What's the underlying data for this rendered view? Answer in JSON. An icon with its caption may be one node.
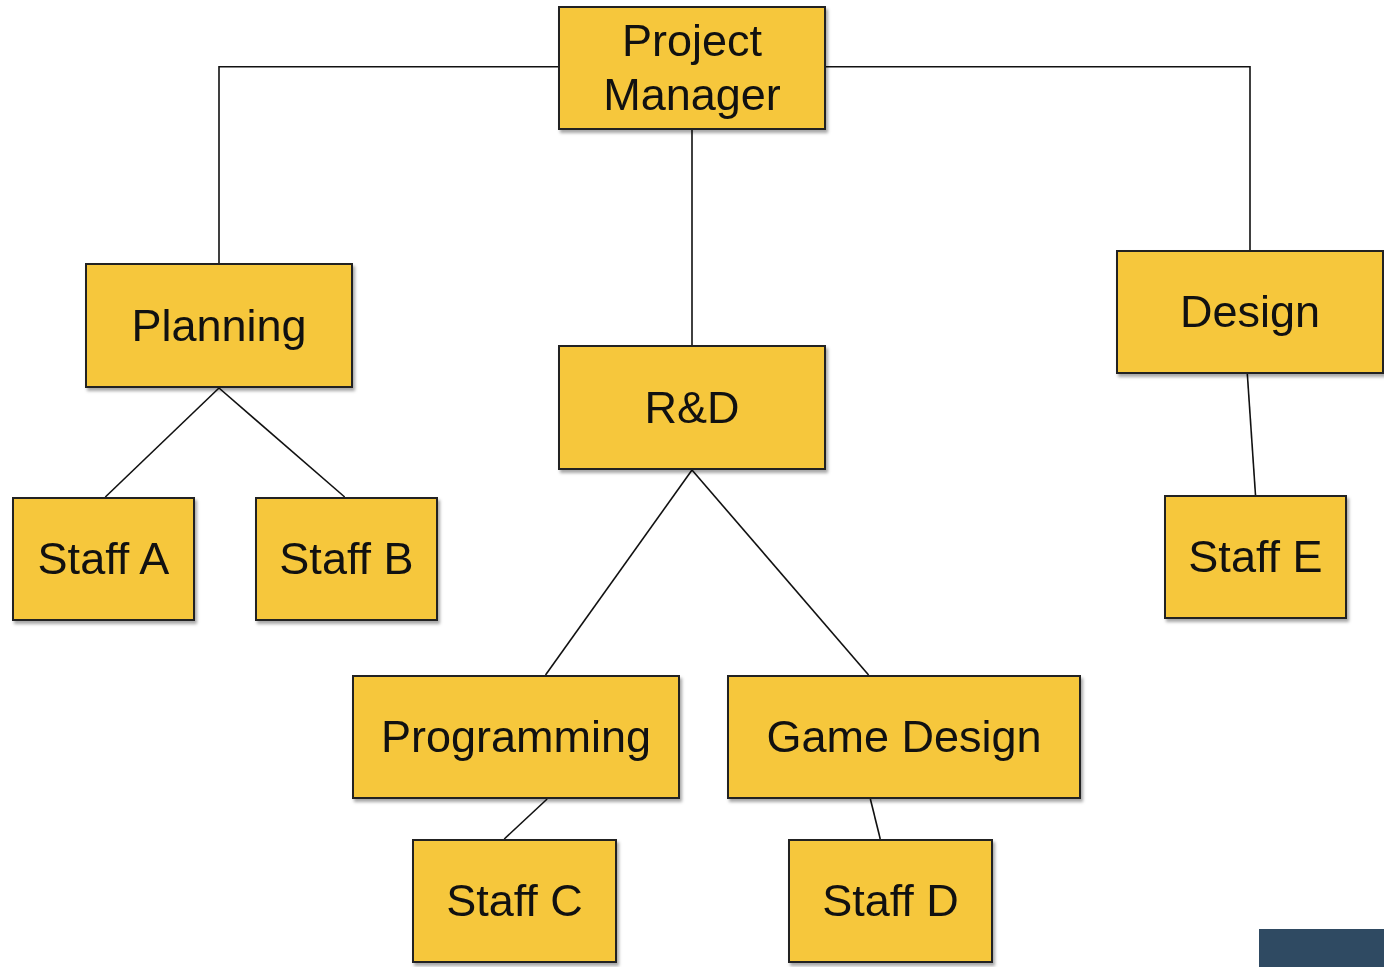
{
  "diagram": {
    "nodes": [
      {
        "text": [
          "Project Manager"
        ]
      },
      {
        "text": [
          "Planning"
        ]
      },
      {
        "text": [
          "R&D"
        ]
      },
      {
        "text": [
          "Design"
        ]
      },
      {
        "text": [
          "Staff A"
        ]
      },
      {
        "text": [
          "Staff B"
        ]
      },
      {
        "text": [
          "Programming"
        ]
      },
      {
        "text": [
          "Game Design"
        ]
      },
      {
        "text": [
          "Staff C"
        ]
      },
      {
        "text": [
          "Staff D"
        ]
      },
      {
        "text": [
          "Staff E"
        ]
      }
    ],
    "edges": [
      {
        "from": 0,
        "to": 1,
        "arrow": "none"
      },
      {
        "from": 0,
        "to": 2,
        "arrow": "none"
      },
      {
        "from": 0,
        "to": 3,
        "arrow": "none"
      },
      {
        "from": 1,
        "to": 4,
        "arrow": "none"
      },
      {
        "from": 1,
        "to": 5,
        "arrow": "none"
      },
      {
        "from": 2,
        "to": 6,
        "arrow": "none"
      },
      {
        "from": 2,
        "to": 7,
        "arrow": "none"
      },
      {
        "from": 3,
        "to": 10,
        "arrow": "none"
      },
      {
        "from": 6,
        "to": 8,
        "arrow": "none"
      },
      {
        "from": 7,
        "to": 9,
        "arrow": "none"
      }
    ]
  }
}
